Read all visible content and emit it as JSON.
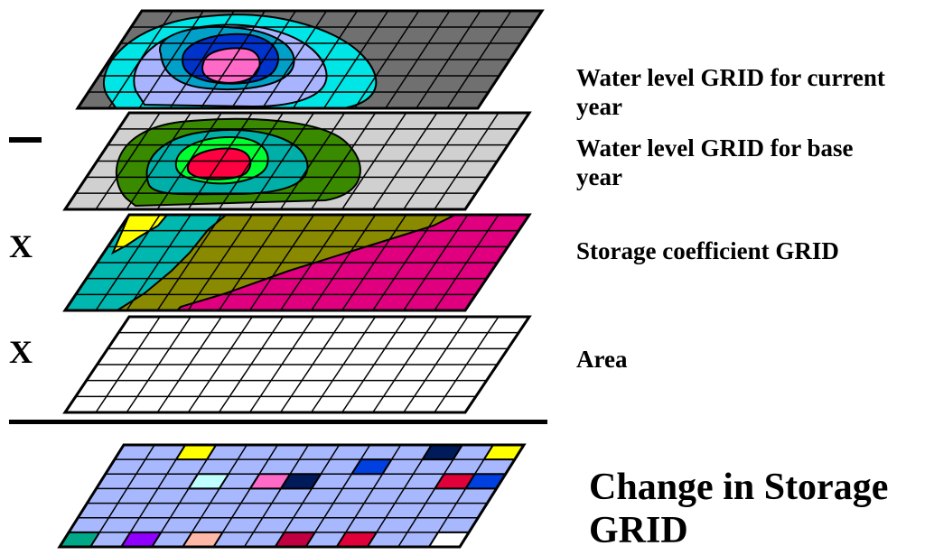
{
  "layers": [
    {
      "label": "Water level GRID for current year",
      "operator": ""
    },
    {
      "label": "Water level GRID for base year",
      "operator": "minus"
    },
    {
      "label": "Storage coefficient GRID",
      "operator": "X"
    },
    {
      "label": "Area",
      "operator": "X"
    }
  ],
  "result": {
    "label": "Change in Storage GRID"
  },
  "colors": {
    "current_bg": "#707070",
    "current_contours": [
      "#00e5e5",
      "#a8b4ff",
      "#00a0c8",
      "#0033cc",
      "#ff69c8"
    ],
    "base_bg": "#d0d0d0",
    "base_contours": [
      "#3a8a00",
      "#00b0a8",
      "#00ff30",
      "#ff0040"
    ],
    "storage_zones": [
      "#00b8b0",
      "#8a8a00",
      "#e0007f",
      "#ffff00"
    ],
    "area_bg": "#ffffff",
    "result_bg": "#a8b8ff",
    "result_cells": [
      "#ffff00",
      "#001a5a",
      "#0040e0",
      "#c0ffff",
      "#ff69c8",
      "#e0003a",
      "#00a888",
      "#9000ff",
      "#ffb8a8",
      "#c00040",
      "#ffffff"
    ]
  }
}
